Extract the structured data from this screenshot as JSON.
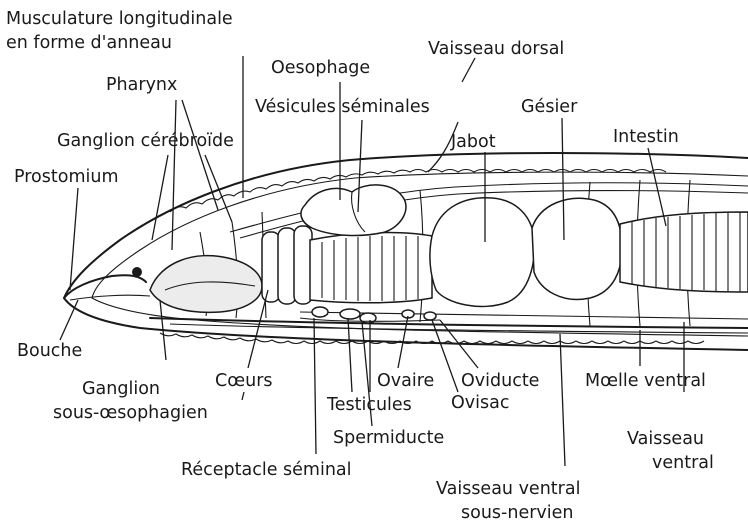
{
  "labels": {
    "musculature_1": "Musculature longitudinale",
    "musculature_2": "en forme d'anneau",
    "pharynx": "Pharynx",
    "oesophage": "Oesophage",
    "vaisseau_dorsal": "Vaisseau dorsal",
    "vesicules": "Vésicules séminales",
    "ganglion_cerebroide": "Ganglion cérébroïde",
    "jabot": "Jabot",
    "gesier": "Gésier",
    "intestin": "Intestin",
    "prostomium": "Prostomium",
    "bouche": "Bouche",
    "ganglion_sous_1": "Ganglion",
    "ganglion_sous_2": "sous-œsophagien",
    "coeurs": "Cœurs",
    "ovaire": "Ovaire",
    "oviducte": "Oviducte",
    "moelle_ventrale": "Mœlle ventral",
    "testicules": "Testicules",
    "ovisac": "Ovisac",
    "spermiducte": "Spermiducte",
    "vaisseau_ventral_1": "Vaisseau",
    "vaisseau_ventral_2": "ventral",
    "receptacle": "Réceptacle séminal",
    "vaisseau_sous_1": "Vaisseau ventral",
    "vaisseau_sous_2": "sous-nervien"
  }
}
